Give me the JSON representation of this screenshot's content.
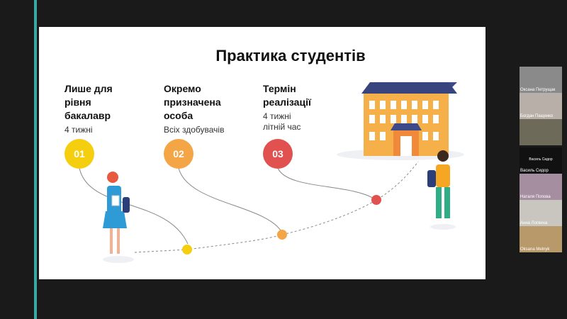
{
  "slide": {
    "title": "Практика студентів",
    "steps": [
      {
        "number": "01",
        "heading": "Лише для рівня бакалавр",
        "details": [
          "4 тижні"
        ],
        "color": "#f5cf0f"
      },
      {
        "number": "02",
        "heading": "Окремо призначена особа",
        "details": [
          "Всіх здобувачів"
        ],
        "color": "#f4a545"
      },
      {
        "number": "03",
        "heading": "Термін реалізації",
        "details": [
          "4 тижні",
          "літній час"
        ],
        "color": "#e05150"
      }
    ]
  },
  "participants": [
    {
      "name": "Оксана Петрущак"
    },
    {
      "name": "Богдан Пащенко"
    },
    {
      "name": ""
    },
    {
      "name": "Василь Сидор",
      "center_label": "Василь Сидор"
    },
    {
      "name": "Наталя Попова"
    },
    {
      "name": "Анна Логвина"
    },
    {
      "name": "Oksana Melnyk"
    }
  ],
  "colors": {
    "accent": "#3aa9a5"
  }
}
